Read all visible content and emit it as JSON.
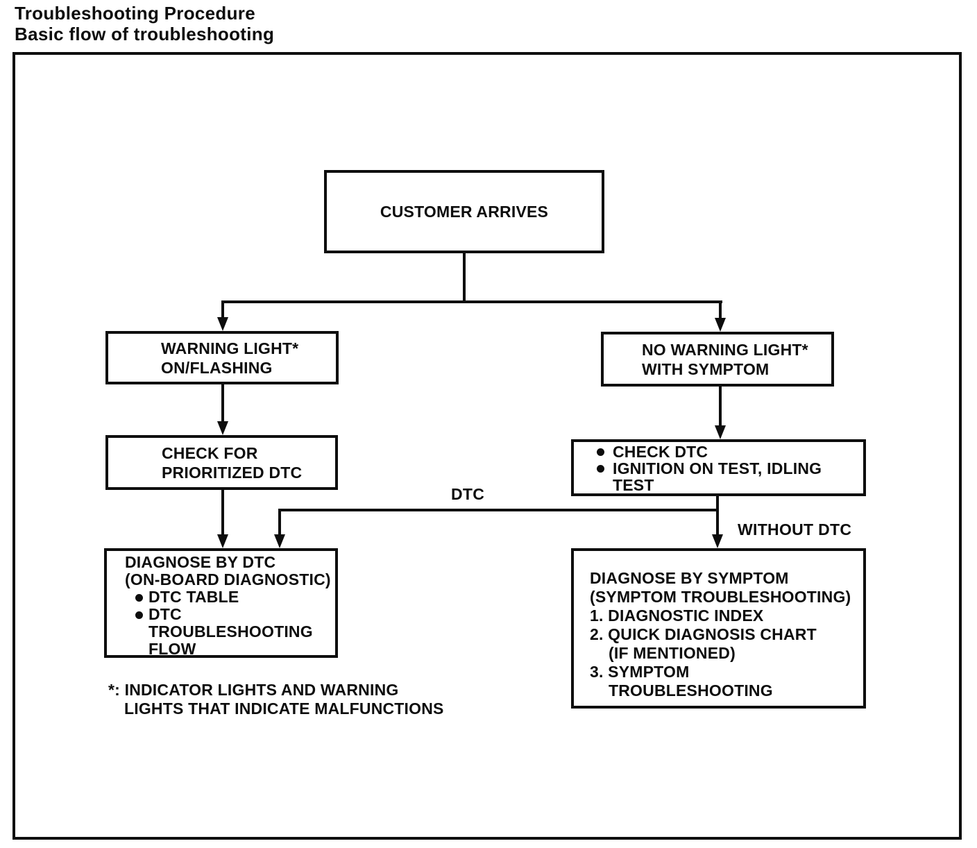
{
  "title": {
    "line1": "Troubleshooting Procedure",
    "line2": "Basic flow of troubleshooting"
  },
  "nodes": {
    "customer_arrives": "CUSTOMER ARRIVES",
    "warning_light": [
      "WARNING LIGHT*",
      "ON/FLASHING"
    ],
    "no_warning_light": [
      "NO WARNING LIGHT*",
      "WITH SYMPTOM"
    ],
    "check_prioritized_dtc": [
      "CHECK FOR",
      "PRIORITIZED DTC"
    ],
    "check_dtc": {
      "bullet1": "CHECK DTC",
      "bullet2_line1": "IGNITION ON TEST, IDLING",
      "bullet2_line2": "TEST"
    },
    "diagnose_by_dtc": {
      "title": "DIAGNOSE BY DTC",
      "subtitle": "(ON-BOARD DIAGNOSTIC)",
      "bullet1": "DTC TABLE",
      "bullet2_line1": "DTC",
      "bullet2_line2": "TROUBLESHOOTING",
      "bullet2_line3": "FLOW"
    },
    "diagnose_by_symptom": {
      "title": "DIAGNOSE BY SYMPTOM",
      "subtitle": "(SYMPTOM TROUBLESHOOTING)",
      "item1": "1. DIAGNOSTIC INDEX",
      "item2_line1": "2. QUICK DIAGNOSIS CHART",
      "item2_line2": "(IF MENTIONED)",
      "item3_line1": "3. SYMPTOM",
      "item3_line2": "TROUBLESHOOTING"
    }
  },
  "edge_labels": {
    "dtc": "DTC",
    "without_dtc": "WITHOUT DTC"
  },
  "footnote": {
    "line1": "*: INDICATOR LIGHTS AND WARNING",
    "line2": "LIGHTS THAT INDICATE MALFUNCTIONS"
  },
  "colors": {
    "ink": "#0d0d0d",
    "paper": "#ffffff"
  }
}
